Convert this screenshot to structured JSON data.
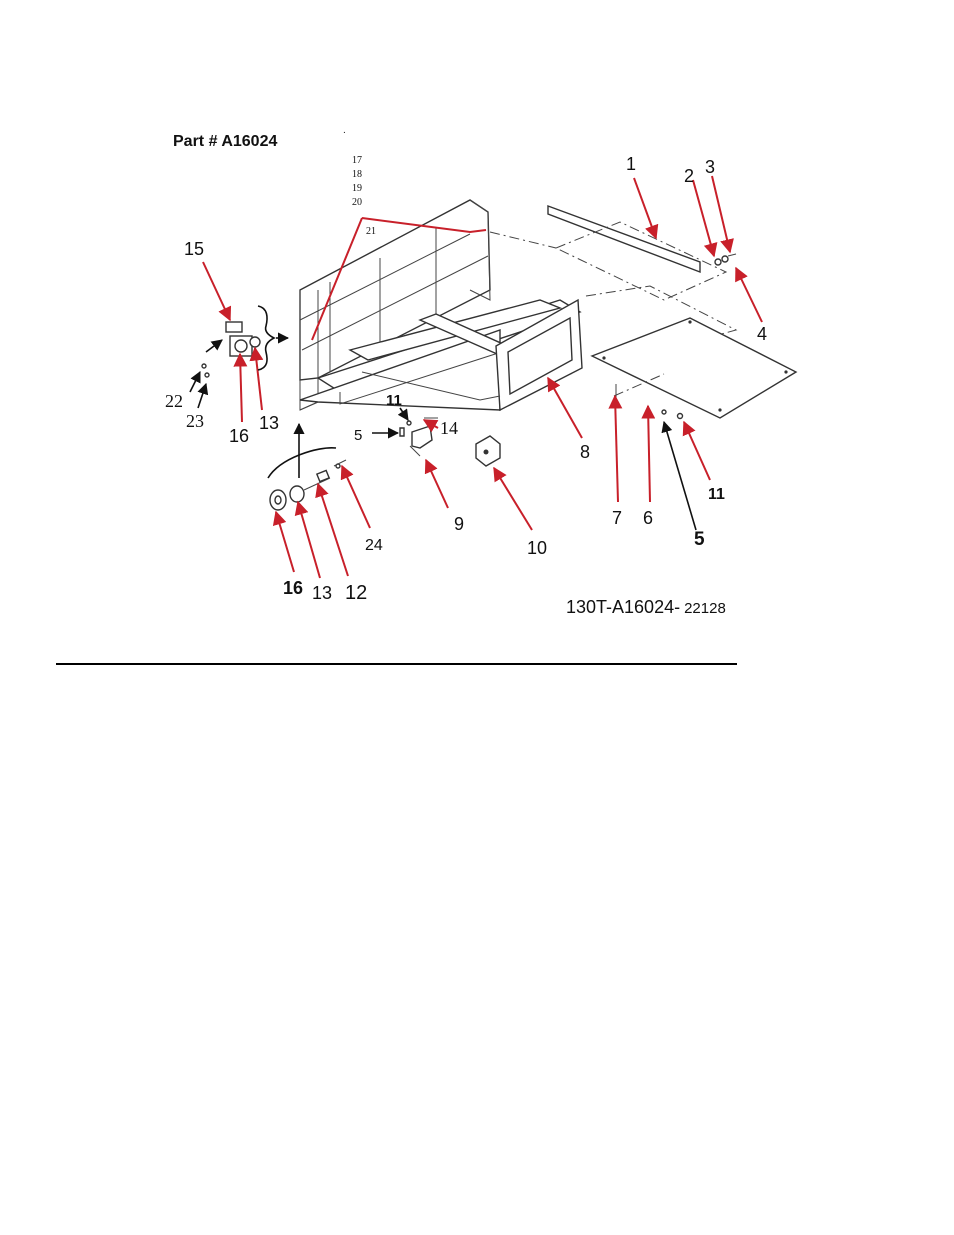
{
  "title": "Part # A16024",
  "drawing_code": {
    "main": "130T-A16024-",
    "suffix": "22128"
  },
  "stacked_refs": [
    "17",
    "18",
    "19",
    "20",
    "21"
  ],
  "callouts": {
    "c1": "1",
    "c2": "2",
    "c3": "3",
    "c4": "4",
    "c15": "15",
    "c22": "22",
    "c23": "23",
    "c16a": "16",
    "c13a": "13",
    "c11a": "11",
    "c5a": "5",
    "c14": "14",
    "c8": "8",
    "c9": "9",
    "c10": "10",
    "c7": "7",
    "c6": "6",
    "c5b": "5",
    "c11b": "11",
    "c24": "24",
    "c16b": "16",
    "c13b": "13",
    "c12": "12"
  },
  "colors": {
    "arrow_red": "#c8202a",
    "ink": "#111111"
  }
}
